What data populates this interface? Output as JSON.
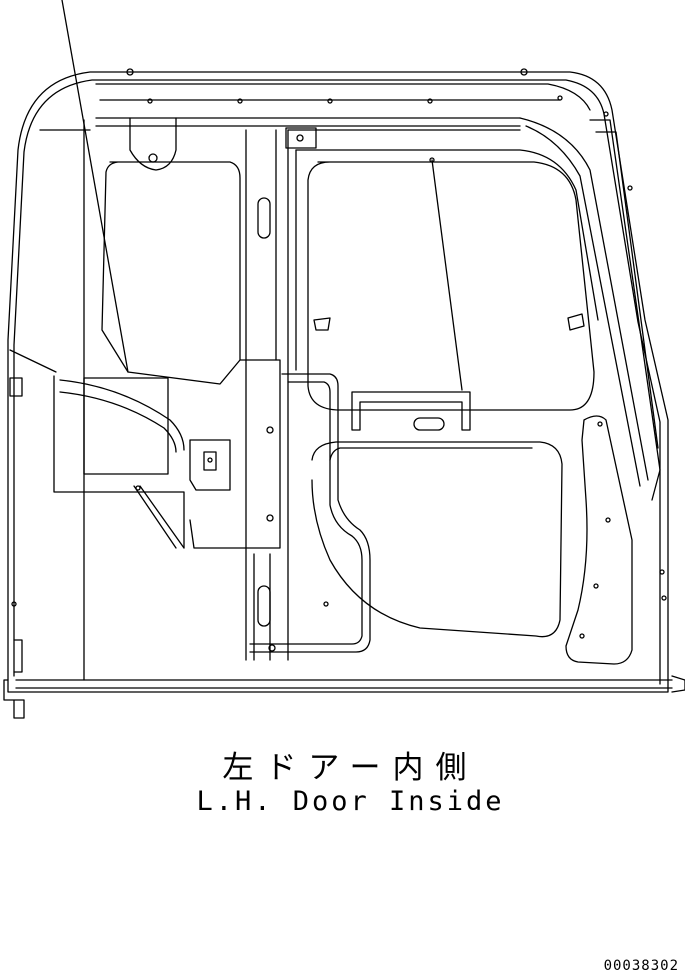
{
  "caption": {
    "japanese": "左ドアー内側",
    "english": "L.H. Door Inside"
  },
  "drawing_number": "00038302",
  "colors": {
    "ink": "#000000",
    "paper": "#ffffff"
  }
}
